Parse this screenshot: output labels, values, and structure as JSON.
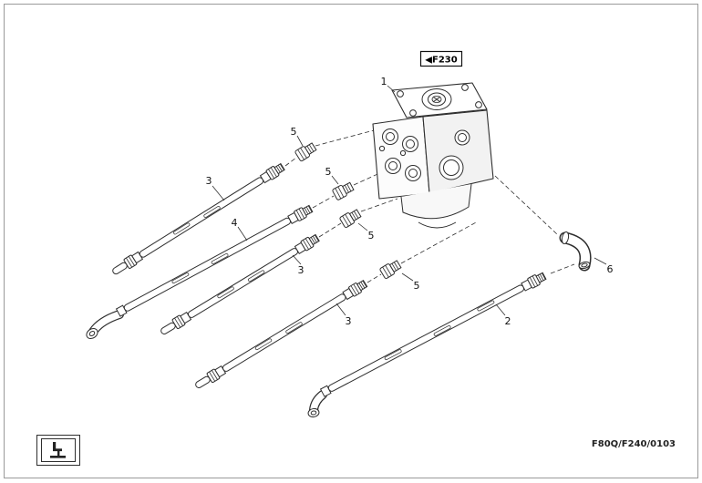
{
  "page": {
    "ink": "#2e2e2e",
    "paper": "#ffffff",
    "view_ref": "◀F230",
    "footer_code": "F80Q/F240/0103"
  },
  "callouts": [
    "1",
    "5",
    "3",
    "5",
    "4",
    "5",
    "3",
    "5",
    "3",
    "2",
    "6"
  ]
}
